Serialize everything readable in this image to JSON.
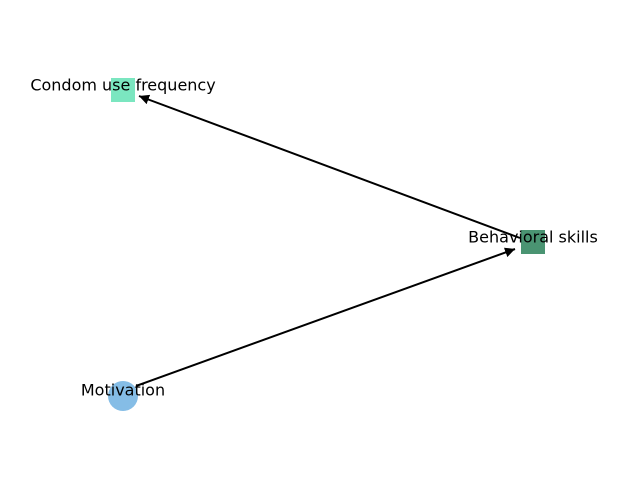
{
  "diagram": {
    "nodes": [
      {
        "id": "condom",
        "label": "Condom use frequency",
        "shape": "square",
        "color": "#7be6c0"
      },
      {
        "id": "skills",
        "label": "Behavioral skills",
        "shape": "square",
        "color": "#4a9472"
      },
      {
        "id": "motivation",
        "label": "Motivation",
        "shape": "circle",
        "color": "#85bde6"
      }
    ],
    "edges": [
      {
        "from": "motivation",
        "to": "skills"
      },
      {
        "from": "skills",
        "to": "condom"
      }
    ],
    "edge_color": "#000000"
  }
}
